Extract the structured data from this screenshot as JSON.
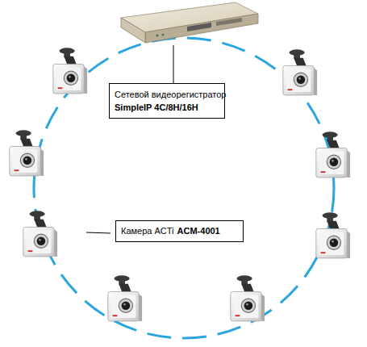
{
  "diagram": {
    "nodes": [
      {
        "text": [
          "Сетевой видеорегистратор",
          "SimpleIP 4C/8H/16H"
        ]
      },
      {
        "text": [
          "Камера ACTi",
          "ACM-4001"
        ]
      }
    ]
  }
}
